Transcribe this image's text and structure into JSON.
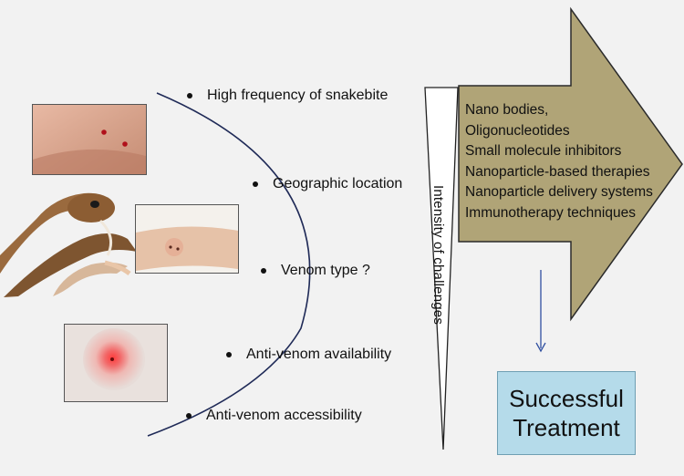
{
  "challenges": [
    "High frequency of snakebite",
    "Geographic location",
    "Venom type ?",
    "Anti-venom availability",
    "Anti-venom accessibility"
  ],
  "intensity_label": "Intensity of challenges",
  "solutions": [
    "Nano bodies,",
    "Oligonucleotides",
    "Small molecule inhibitors",
    "Nanoparticle-based therapies",
    "Nanoparticle delivery systems",
    "Immunotherapy techniques"
  ],
  "result": {
    "line1": "Successful",
    "line2": "Treatment"
  },
  "colors": {
    "arrow_fill": "#b0a477",
    "result_fill": "#b5dbea",
    "curve_stroke": "#1f2a57",
    "connector_stroke": "#2f4fa0"
  }
}
